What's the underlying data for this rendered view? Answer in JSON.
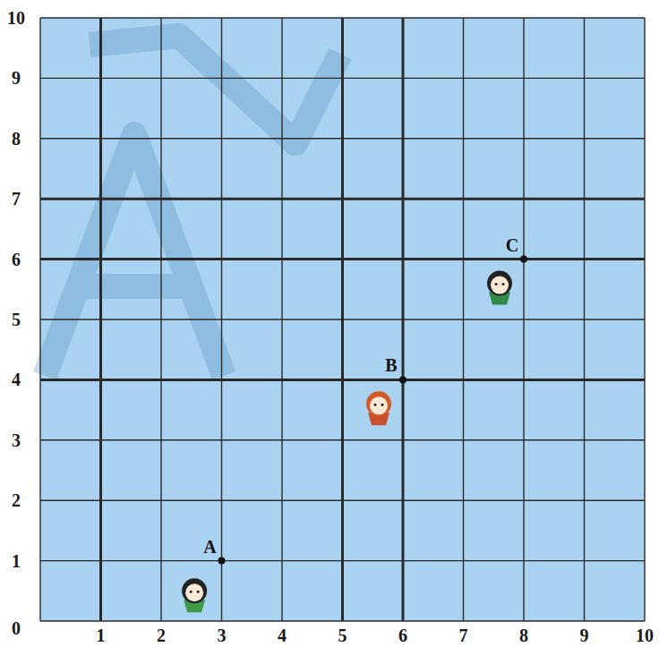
{
  "diagram": {
    "labels": [
      "10",
      "9",
      "8",
      "7",
      "6",
      "5",
      "4",
      "3",
      "2",
      "1",
      "0",
      "1",
      "2",
      "3",
      "4",
      "5",
      "6",
      "7",
      "8",
      "9",
      "10",
      "A",
      "B",
      "C"
    ]
  }
}
